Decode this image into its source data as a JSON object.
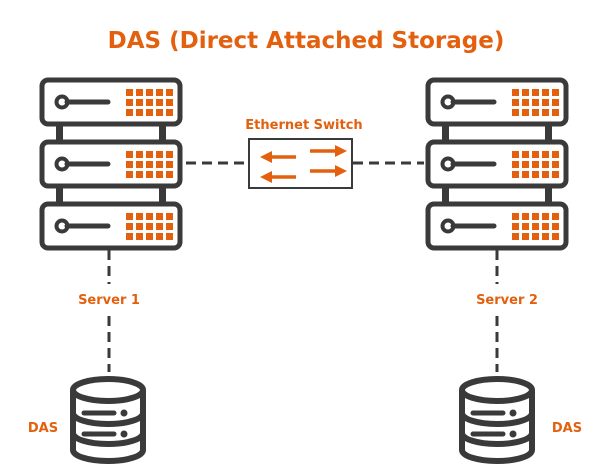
{
  "title": "DAS (Direct Attached Storage)",
  "switch_label": "Ethernet Switch",
  "servers": [
    {
      "label": "Server 1"
    },
    {
      "label": "Server 2"
    }
  ],
  "storage": [
    {
      "label": "DAS"
    },
    {
      "label": "DAS"
    }
  ],
  "colors": {
    "accent": "#E3600F",
    "stroke": "#3A3A3A",
    "background": "#FFFFFF"
  },
  "icons": [
    "server-rack-icon",
    "ethernet-switch-icon",
    "database-icon"
  ]
}
